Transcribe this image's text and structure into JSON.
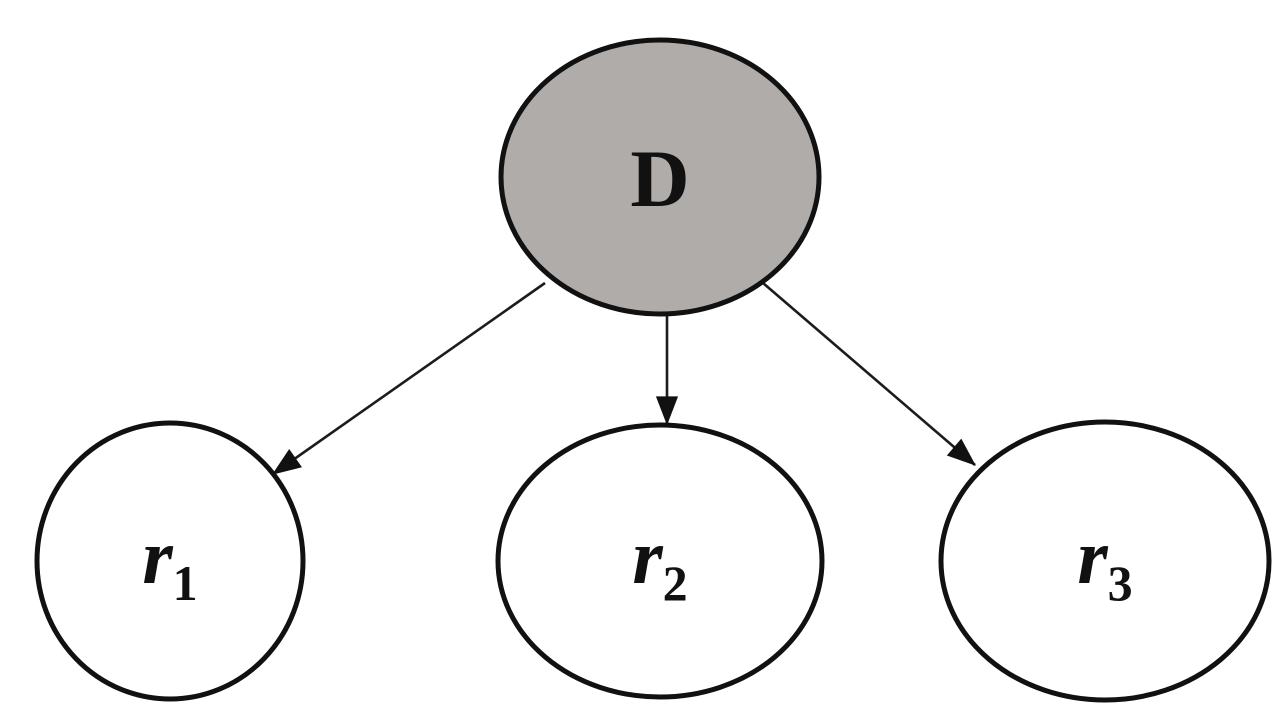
{
  "figure": {
    "type": "directed-graph",
    "background_color": "#ffffff",
    "outline_color": "#111111",
    "parent_node": {
      "id": "D",
      "label": "D",
      "fill": "#afacaa"
    },
    "child_nodes": [
      {
        "id": "r1",
        "label_base": "r",
        "label_subscript": "1",
        "fill": "#ffffff"
      },
      {
        "id": "r2",
        "label_base": "r",
        "label_subscript": "2",
        "fill": "#ffffff"
      },
      {
        "id": "r3",
        "label_base": "r",
        "label_subscript": "3",
        "fill": "#ffffff"
      }
    ],
    "edges": [
      {
        "from": "D",
        "to": "r1"
      },
      {
        "from": "D",
        "to": "r2"
      },
      {
        "from": "D",
        "to": "r3"
      }
    ]
  }
}
